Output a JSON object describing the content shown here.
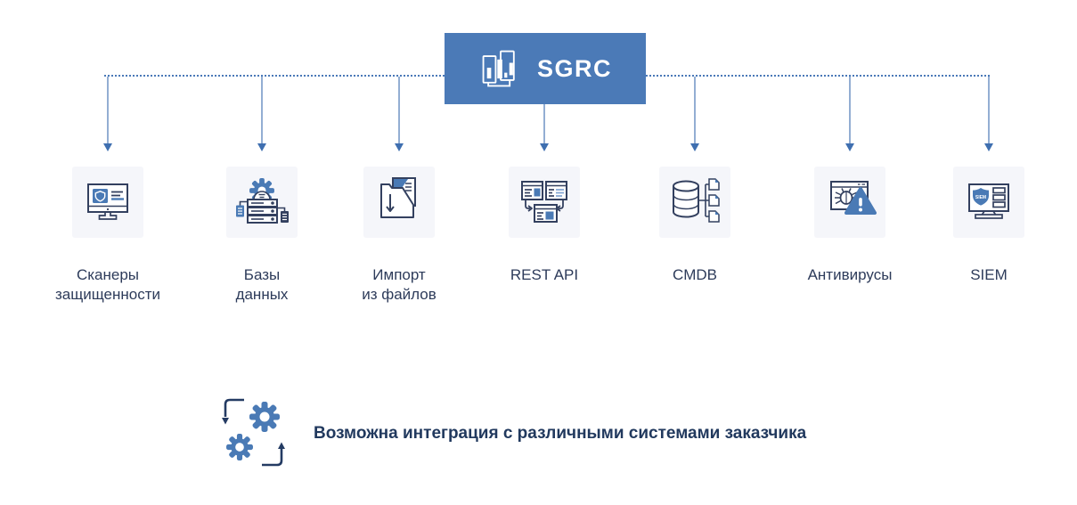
{
  "header": {
    "title": "SGRC",
    "logo_icon": "sgrc-bar-chart-logo-icon"
  },
  "colors": {
    "box_blue": "#4b7ab7",
    "dotted_line": "#4a79b8",
    "connector_line": "#93aed3",
    "connector_arrowhead": "#3f6fb0",
    "tile_background": "#f5f6fa",
    "icon_navy": "#33405f",
    "icon_blue": "#4a7ab5",
    "icon_light_blue": "#7fa3d1",
    "label_text": "#2d3b5a",
    "note_text": "#21395e"
  },
  "systems": [
    {
      "label": "Сканеры\nзащищенности",
      "icon": "security-scanner-monitor-icon"
    },
    {
      "label": "Базы\nданных",
      "icon": "database-servers-gear-icon"
    },
    {
      "label": "Импорт\nиз файлов",
      "icon": "file-import-folder-icon"
    },
    {
      "label": "REST API",
      "icon": "rest-api-windows-icon"
    },
    {
      "label": "CMDB",
      "icon": "cmdb-database-files-icon"
    },
    {
      "label": "Антивирусы",
      "icon": "antivirus-bug-warning-icon"
    },
    {
      "label": "SIEM",
      "icon": "siem-monitor-shield-icon",
      "icon_text": "SIEM"
    }
  ],
  "footer": {
    "icon": "gears-sync-icon",
    "text": "Возможна интеграция с различными системами заказчика"
  }
}
